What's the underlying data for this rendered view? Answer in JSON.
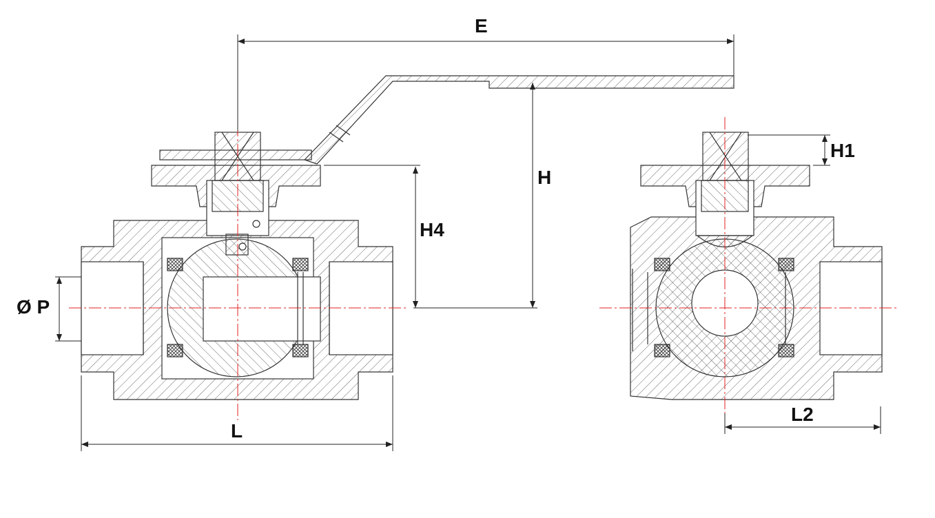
{
  "title": "3-way ball valve cross-section dimension drawing",
  "dimensions": {
    "E": "E",
    "H": "H",
    "H1": "H1",
    "H4": "H4",
    "P": "Ø P",
    "L": "L",
    "L2": "L2"
  },
  "colors": {
    "line": "#333333",
    "centerline": "#e02020",
    "seal": "#555555"
  }
}
